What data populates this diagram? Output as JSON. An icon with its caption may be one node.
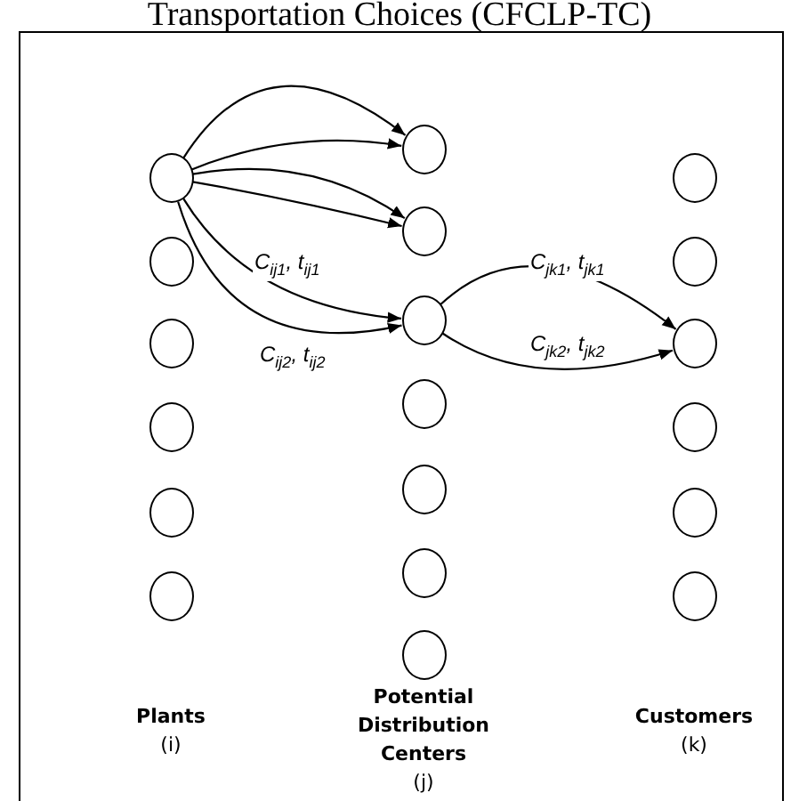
{
  "diagram": {
    "title": "Transportation Choices (CFCLP-TC)",
    "nodes": [
      {
        "text": [],
        "shape": "circle"
      },
      {
        "text": [],
        "shape": "circle"
      },
      {
        "text": [],
        "shape": "circle"
      },
      {
        "text": [],
        "shape": "circle"
      },
      {
        "text": [],
        "shape": "circle"
      },
      {
        "text": [],
        "shape": "circle"
      },
      {
        "text": [],
        "shape": "circle"
      },
      {
        "text": [],
        "shape": "circle"
      },
      {
        "text": [],
        "shape": "circle"
      },
      {
        "text": [],
        "shape": "circle"
      },
      {
        "text": [],
        "shape": "circle"
      },
      {
        "text": [],
        "shape": "circle"
      },
      {
        "text": [],
        "shape": "circle"
      },
      {
        "text": [],
        "shape": "circle"
      },
      {
        "text": [],
        "shape": "circle"
      },
      {
        "text": [],
        "shape": "circle"
      },
      {
        "text": [],
        "shape": "circle"
      },
      {
        "text": [],
        "shape": "circle"
      },
      {
        "text": [],
        "shape": "circle"
      }
    ],
    "edges": [
      {
        "from": 0,
        "to": 6,
        "arrow": "to"
      },
      {
        "from": 0,
        "to": 6,
        "arrow": "to"
      },
      {
        "from": 0,
        "to": 7,
        "arrow": "to"
      },
      {
        "from": 0,
        "to": 7,
        "arrow": "to"
      },
      {
        "from": 0,
        "to": 8,
        "arrow": "to",
        "label": "C$_{ij1}$, t$_{ij1}$"
      },
      {
        "from": 0,
        "to": 8,
        "arrow": "to",
        "label": "C$_{ij2}$, t$_{ij2}$"
      },
      {
        "from": 8,
        "to": 15,
        "arrow": "to",
        "label": "C$_{jk1}$, t$_{jk1}$"
      },
      {
        "from": 8,
        "to": 15,
        "arrow": "to",
        "label": "C$_{jk2}$, t$_{jk2}$"
      }
    ],
    "labels": [
      "Plants",
      "(i)",
      "Potential Distribution Centers",
      "(j)",
      "Customers",
      "(k)"
    ]
  }
}
